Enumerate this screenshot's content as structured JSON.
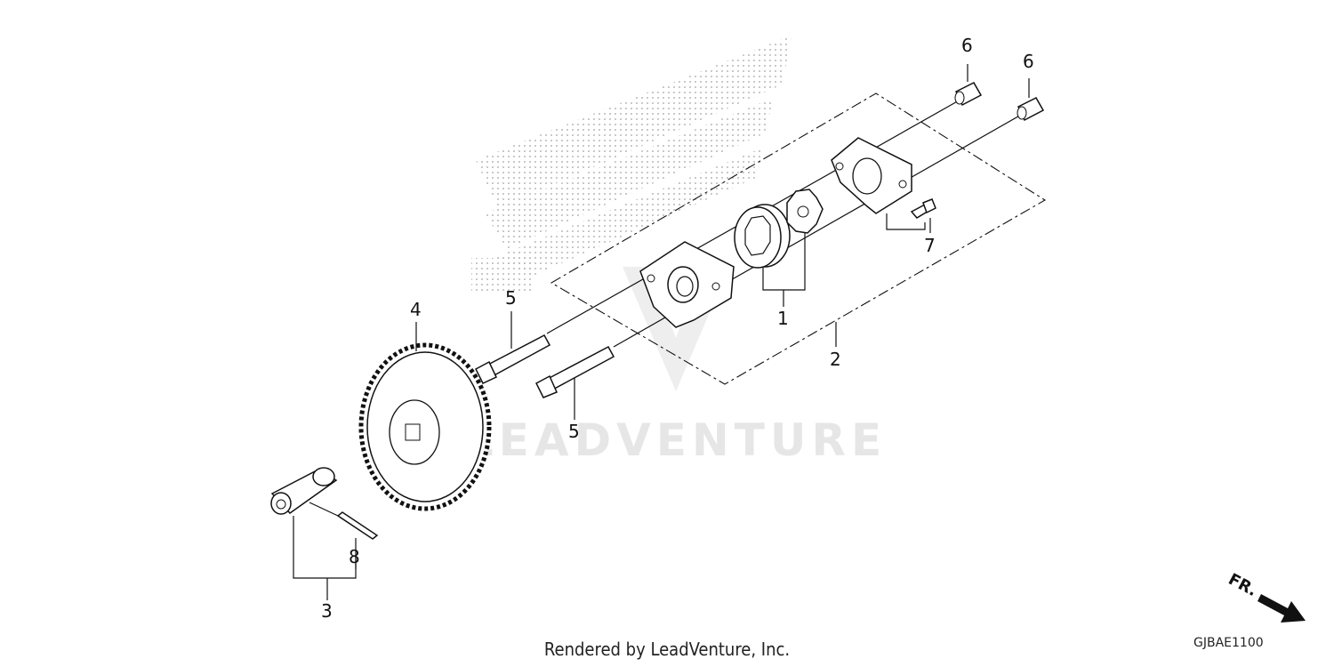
{
  "diagram": {
    "callouts": {
      "p1": "1",
      "p2": "2",
      "p3": "3",
      "p4": "4",
      "p5a": "5",
      "p5b": "5",
      "p6a": "6",
      "p6b": "6",
      "p7": "7",
      "p8": "8"
    },
    "direction_label": "FR.",
    "watermark": "LEADVENTURE",
    "diagram_code": "GJBAE1100",
    "footer": "Rendered by LeadVenture, Inc."
  },
  "colors": {
    "ink": "#111111",
    "dots": "#b8b8b8",
    "watermark": "#e6e6e6"
  }
}
